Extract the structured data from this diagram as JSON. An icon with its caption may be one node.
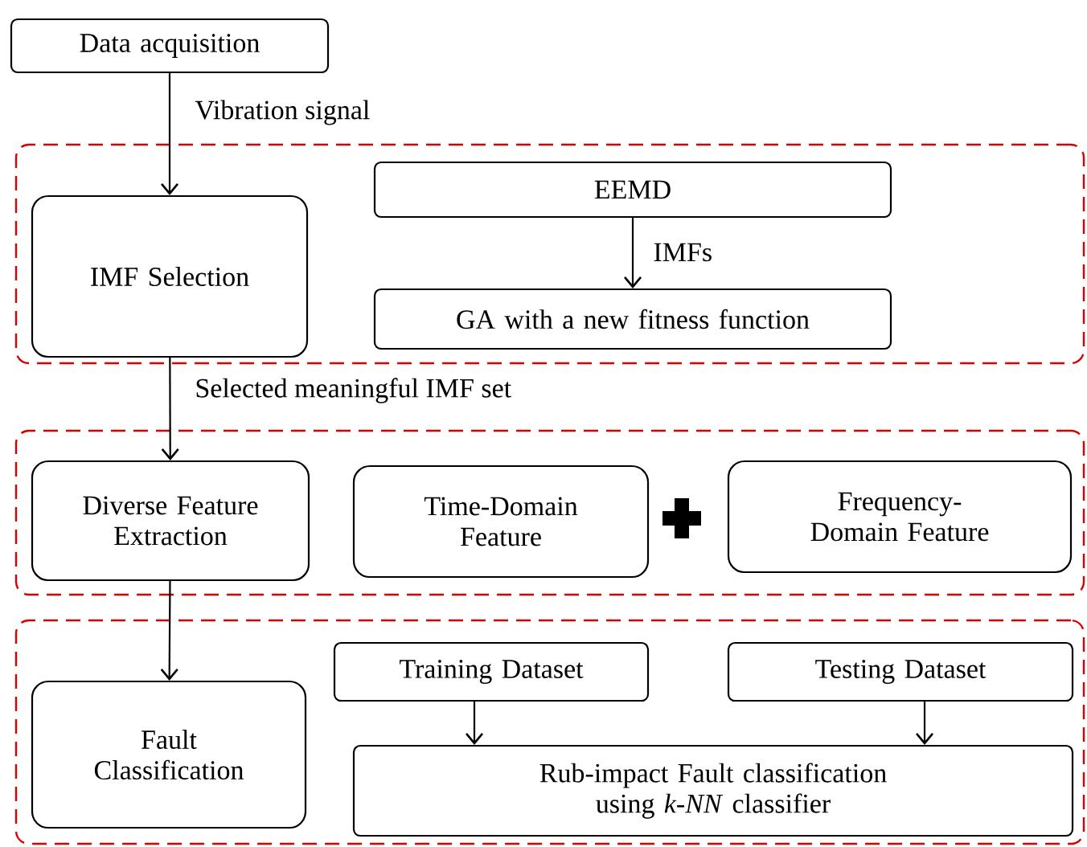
{
  "diagram": {
    "nodes": [
      {
        "text": [
          "Data acquisition"
        ]
      },
      {
        "text": [],
        "shape": "box"
      },
      {
        "text": [
          "IMF Selection"
        ],
        "in": 1
      },
      {
        "text": [
          "EEMD"
        ],
        "in": 1
      },
      {
        "text": [
          "GA with a new fitness function"
        ],
        "in": 1
      },
      {
        "text": [],
        "shape": "box"
      },
      {
        "text": [
          "Diverse Feature Extraction"
        ],
        "in": 5
      },
      {
        "text": [
          "Time-Domain Feature"
        ],
        "in": 5
      },
      {
        "text": [
          "Frequency-Domain Feature"
        ],
        "in": 5
      },
      {
        "text": [],
        "shape": "box"
      },
      {
        "text": [
          "Fault Classification"
        ],
        "in": 9
      },
      {
        "text": [
          "Training  Dataset"
        ],
        "in": 9
      },
      {
        "text": [
          "Testing Dataset"
        ],
        "in": 9
      },
      {
        "text": [
          "Rub-impact Fault classification using *k-NN* classifier"
        ],
        "in": 9
      }
    ],
    "edges": [
      {
        "from": 0,
        "to": 2,
        "arrow": "to",
        "label": "Vibration signal"
      },
      {
        "from": 3,
        "to": 4,
        "arrow": "to",
        "label": "IMFs"
      },
      {
        "from": 2,
        "to": 6,
        "arrow": "to",
        "label": "Selected meaningful IMF set"
      },
      {
        "from": 6,
        "to": 10,
        "arrow": "to"
      },
      {
        "from": 11,
        "to": 13,
        "arrow": "to"
      },
      {
        "from": 12,
        "to": 13,
        "arrow": "to"
      }
    ]
  }
}
